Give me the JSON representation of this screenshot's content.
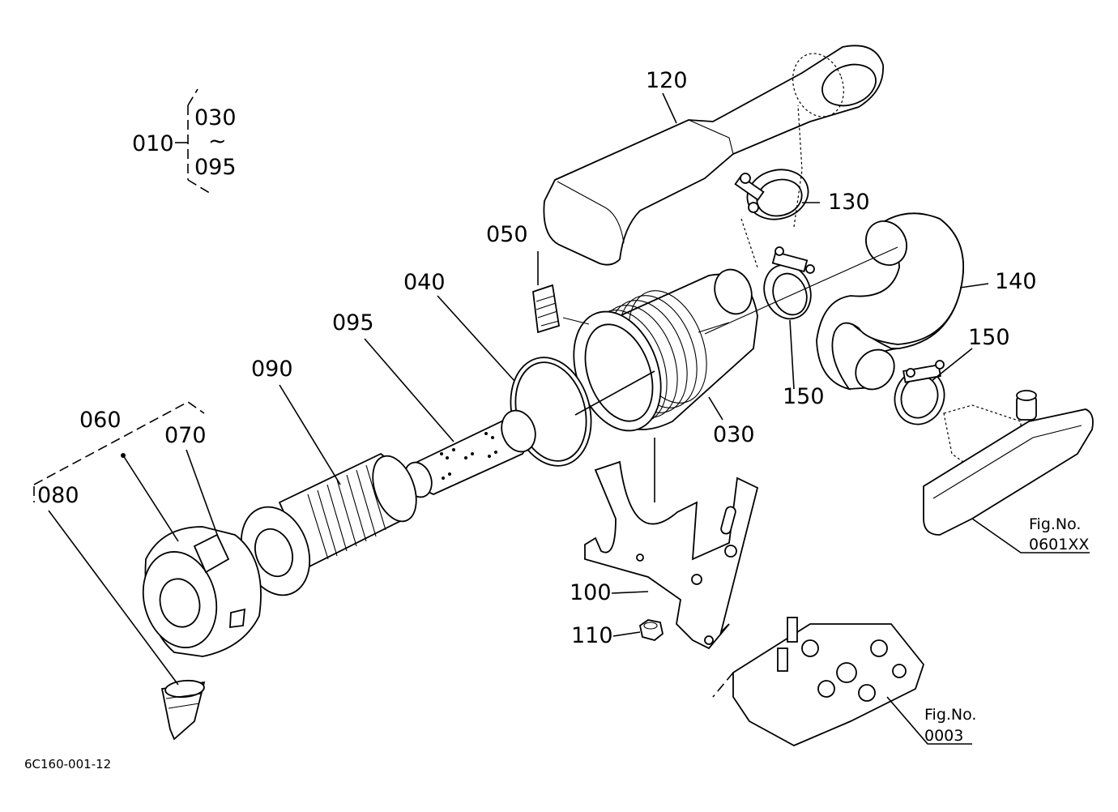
{
  "labels": {
    "p010": "010",
    "p030a": "030",
    "p030b": "030",
    "tilde": "~",
    "p095a": "095",
    "p095b": "095",
    "p120": "120",
    "p130": "130",
    "p140": "140",
    "p150a": "150",
    "p150b": "150",
    "p050": "050",
    "p040": "040",
    "p090": "090",
    "p060": "060",
    "p070": "070",
    "p080": "080",
    "p100": "100",
    "p110": "110"
  },
  "refs": {
    "fig1_line1": "Fig.No.",
    "fig1_line2": "0601XX",
    "fig2_line1": "Fig.No.",
    "fig2_line2": "0003"
  },
  "drawing_code": "6C160-001-12"
}
